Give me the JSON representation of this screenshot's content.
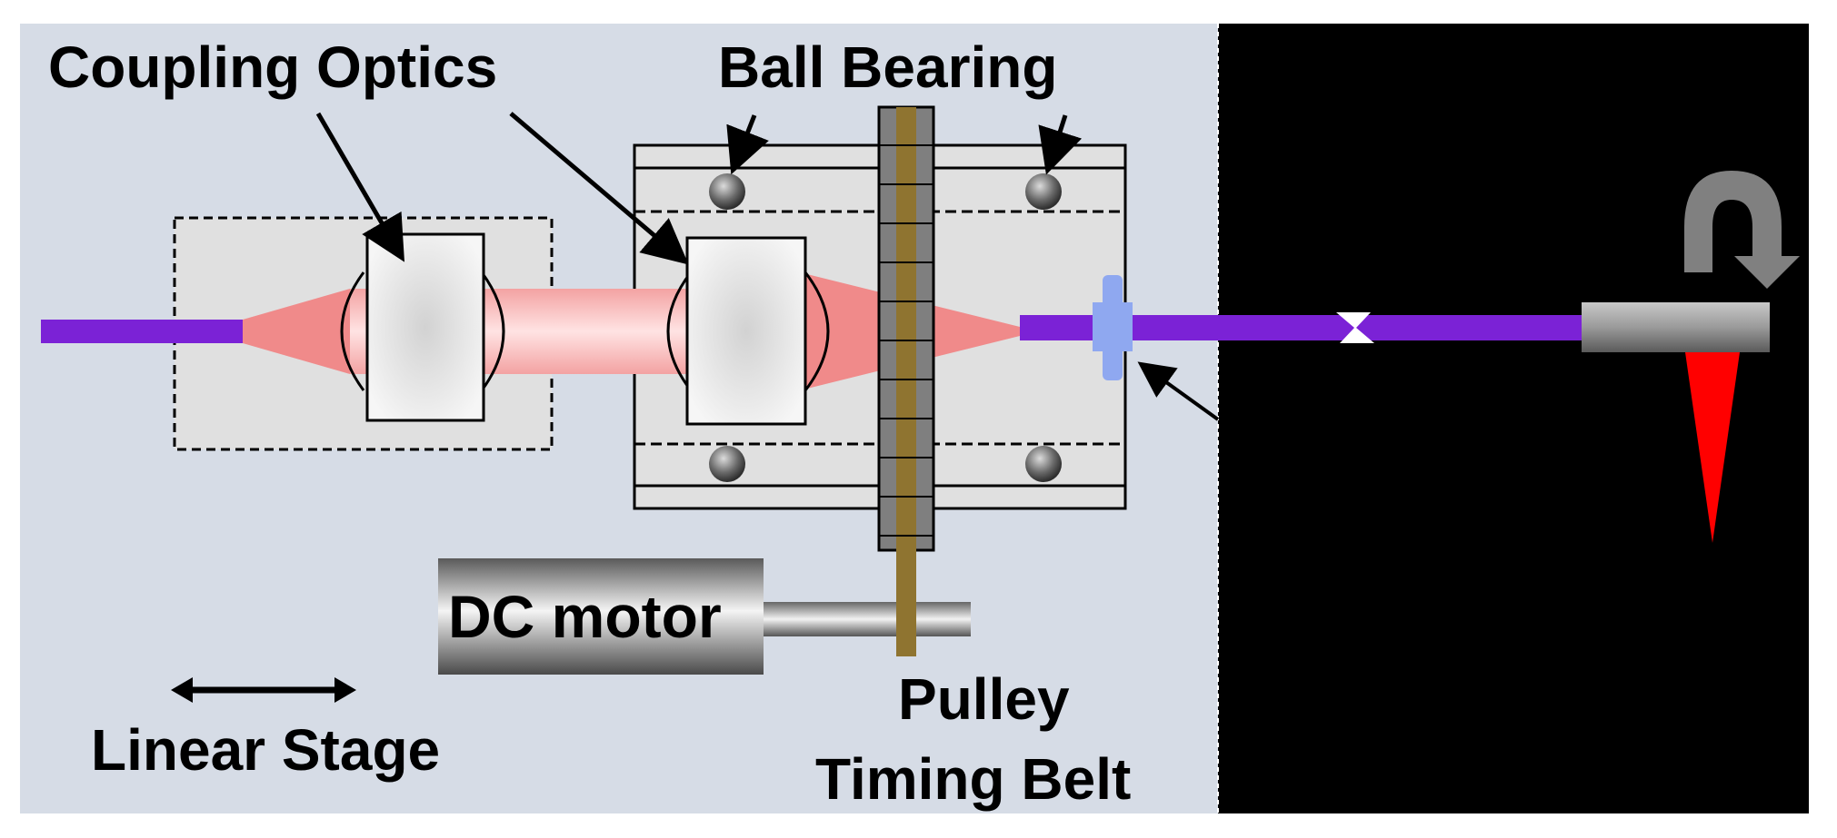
{
  "diagram": {
    "labels": {
      "coupling_optics": "Coupling Optics",
      "ball_bearing": "Ball Bearing",
      "dc_motor": "DC motor",
      "pulley": "Pulley",
      "timing_belt": "Timing Belt",
      "linear_stage": "Linear Stage"
    },
    "colors": {
      "left_panel_bg": "#d6dce6",
      "right_panel_bg": "#000000",
      "fiber": "#7b22d6",
      "laser_beam": "#f08a8a",
      "beam_core": "#ffd9d9",
      "probe_tip": "#ff0000",
      "timing_belt": "#8f7430",
      "housing": "#e0e0e0",
      "rotation_arrow": "#808080",
      "fiber_connector": "#8fa8f0"
    },
    "icons": {
      "rotation": "curved-rotation-arrow-icon",
      "stage_motion": "double-headed-arrow-icon"
    }
  }
}
